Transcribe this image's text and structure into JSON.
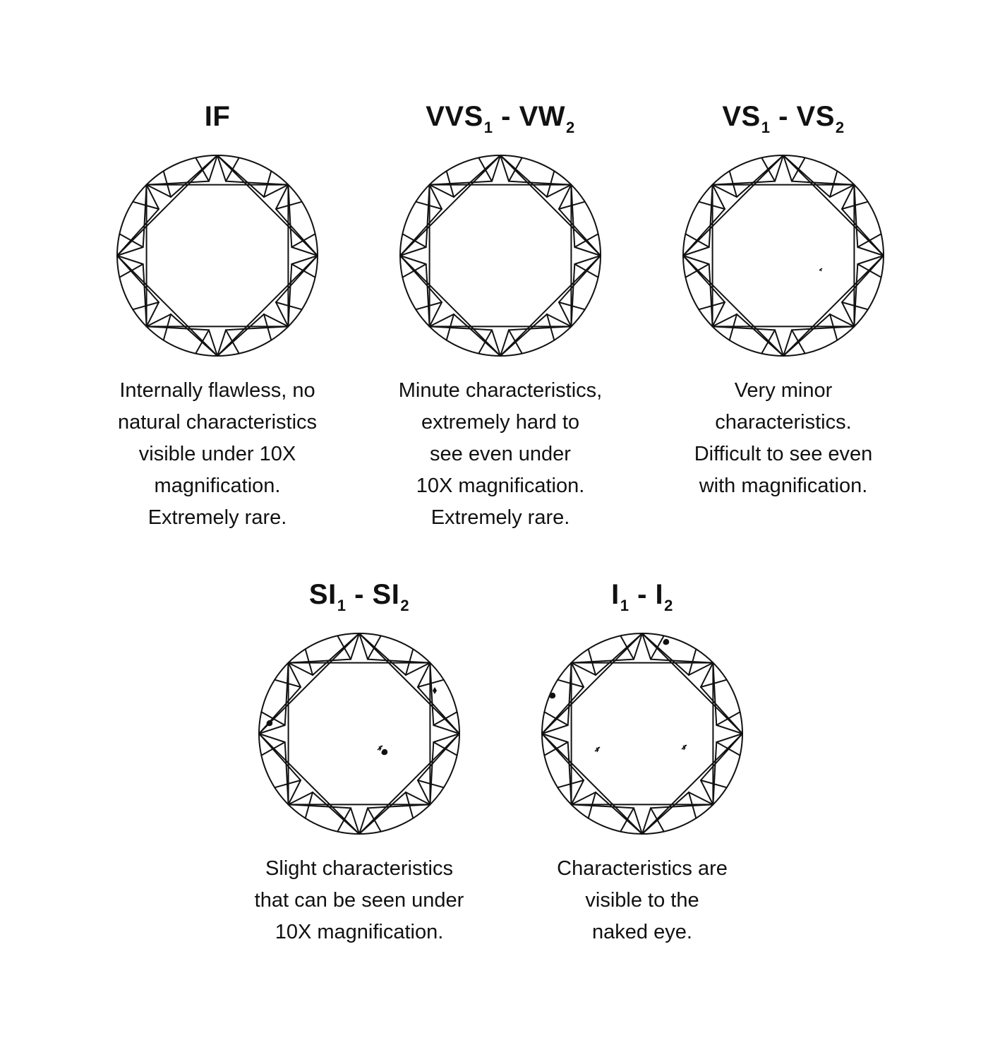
{
  "colors": {
    "stroke": "#111111",
    "background": "#ffffff"
  },
  "grades": [
    {
      "id": "if",
      "title": {
        "parts": [
          {
            "text": "IF",
            "sub": ""
          }
        ]
      },
      "description": [
        "Internally flawless, no",
        "natural characteristics",
        "visible under 10X",
        "magnification.",
        "Extremely rare."
      ],
      "inclusions": []
    },
    {
      "id": "vvs",
      "title": {
        "parts": [
          {
            "text": "VVS",
            "sub": "1"
          },
          {
            "text": " - VW",
            "sub": "2"
          }
        ]
      },
      "description": [
        "Minute characteristics,",
        "extremely hard to",
        "see even under",
        "10X magnification.",
        "Extremely rare."
      ],
      "inclusions": []
    },
    {
      "id": "vs",
      "title": {
        "parts": [
          {
            "text": "VS",
            "sub": "1"
          },
          {
            "text": " - VS",
            "sub": "2"
          }
        ]
      },
      "description": [
        "Very minor",
        "characteristics.",
        "Difficult to see even",
        "with magnification."
      ],
      "inclusions": [
        "speck"
      ]
    },
    {
      "id": "si",
      "title": {
        "parts": [
          {
            "text": "SI",
            "sub": "1"
          },
          {
            "text": " - SI",
            "sub": "2"
          }
        ]
      },
      "description": [
        "Slight characteristics",
        "that can be seen under",
        "10X magnification."
      ],
      "inclusions": [
        "spot",
        "feather",
        "crystal",
        "spot"
      ]
    },
    {
      "id": "i",
      "title": {
        "parts": [
          {
            "text": "I",
            "sub": "1"
          },
          {
            "text": " - I",
            "sub": "2"
          }
        ]
      },
      "description": [
        "Characteristics are",
        "visible to the",
        "naked eye."
      ],
      "inclusions": [
        "spot",
        "feather",
        "feather",
        "spot"
      ]
    }
  ]
}
